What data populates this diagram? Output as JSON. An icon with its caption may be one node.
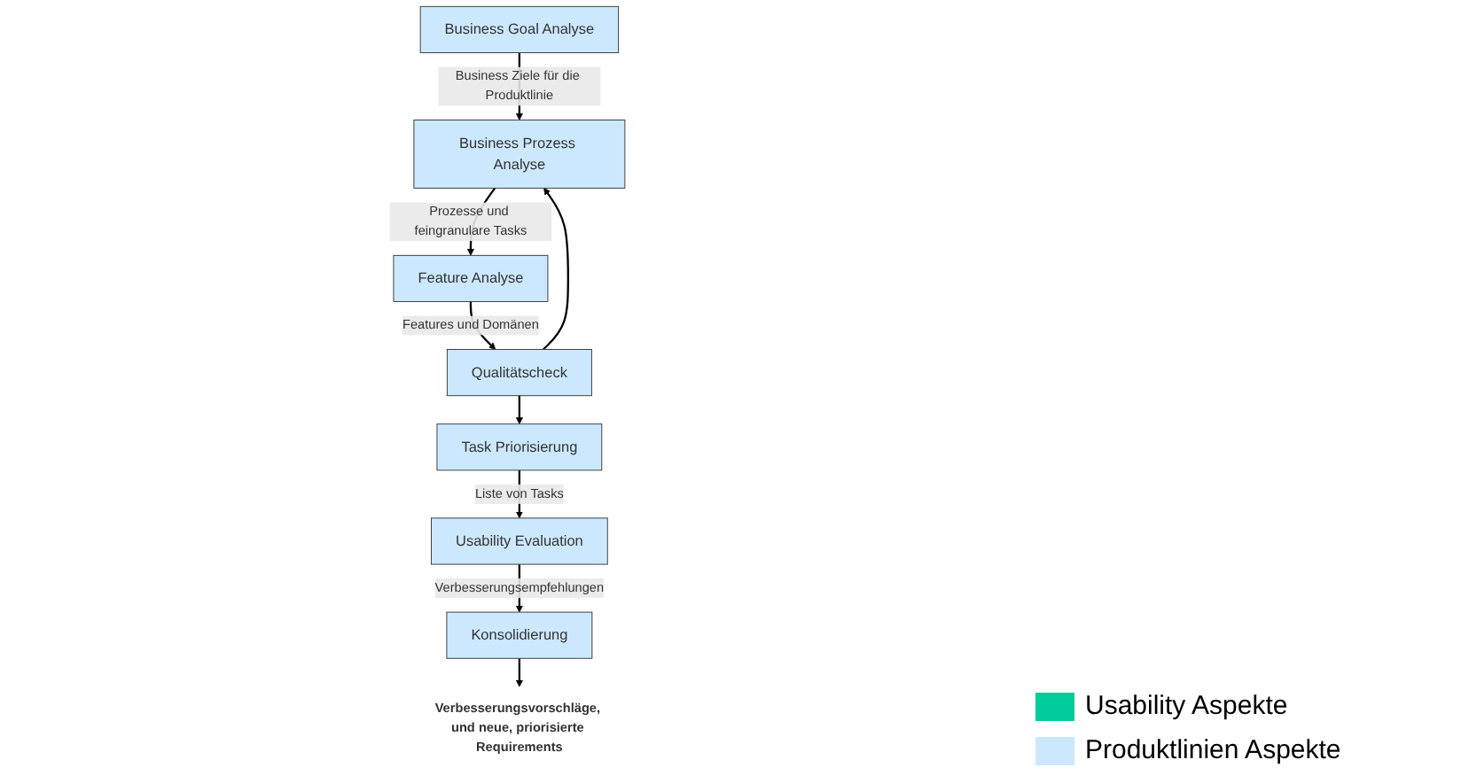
{
  "diagram": {
    "nodes": [
      {
        "text": [
          "Business Goal Analyse"
        ]
      },
      {
        "text": [
          "Business Prozess Analyse"
        ]
      },
      {
        "text": [
          "Feature Analyse"
        ]
      },
      {
        "text": [
          "Qualitätscheck"
        ]
      },
      {
        "text": [
          "Task Priorisierung"
        ]
      },
      {
        "text": [
          "Usability Evaluation"
        ]
      },
      {
        "text": [
          "Konsolidierung"
        ]
      },
      {
        "text": [
          "Verbesserungsvorschläge, und neue, priorisierte Requirements"
        ]
      }
    ],
    "edges": [
      {
        "from": 0,
        "to": 1,
        "arrow": "to",
        "label": "Business Ziele für die Produktlinie"
      },
      {
        "from": 1,
        "to": 2,
        "arrow": "to",
        "label": "Prozesse und feingranulare Tasks"
      },
      {
        "from": 2,
        "to": 3,
        "arrow": "to",
        "label": "Features und Domänen"
      },
      {
        "from": 3,
        "to": 1,
        "arrow": "to"
      },
      {
        "from": 3,
        "to": 4,
        "arrow": "to"
      },
      {
        "from": 4,
        "to": 5,
        "arrow": "to",
        "label": "Liste von Tasks"
      },
      {
        "from": 5,
        "to": 6,
        "arrow": "to",
        "label": "Verbesserungsempfehlungen"
      },
      {
        "from": 6,
        "to": 7,
        "arrow": "to"
      }
    ],
    "legend": [
      {
        "text": "Usability Aspekte",
        "color": "#00cc99"
      },
      {
        "text": "Produktlinien Aspekte",
        "color": "#cce8ff"
      }
    ]
  }
}
